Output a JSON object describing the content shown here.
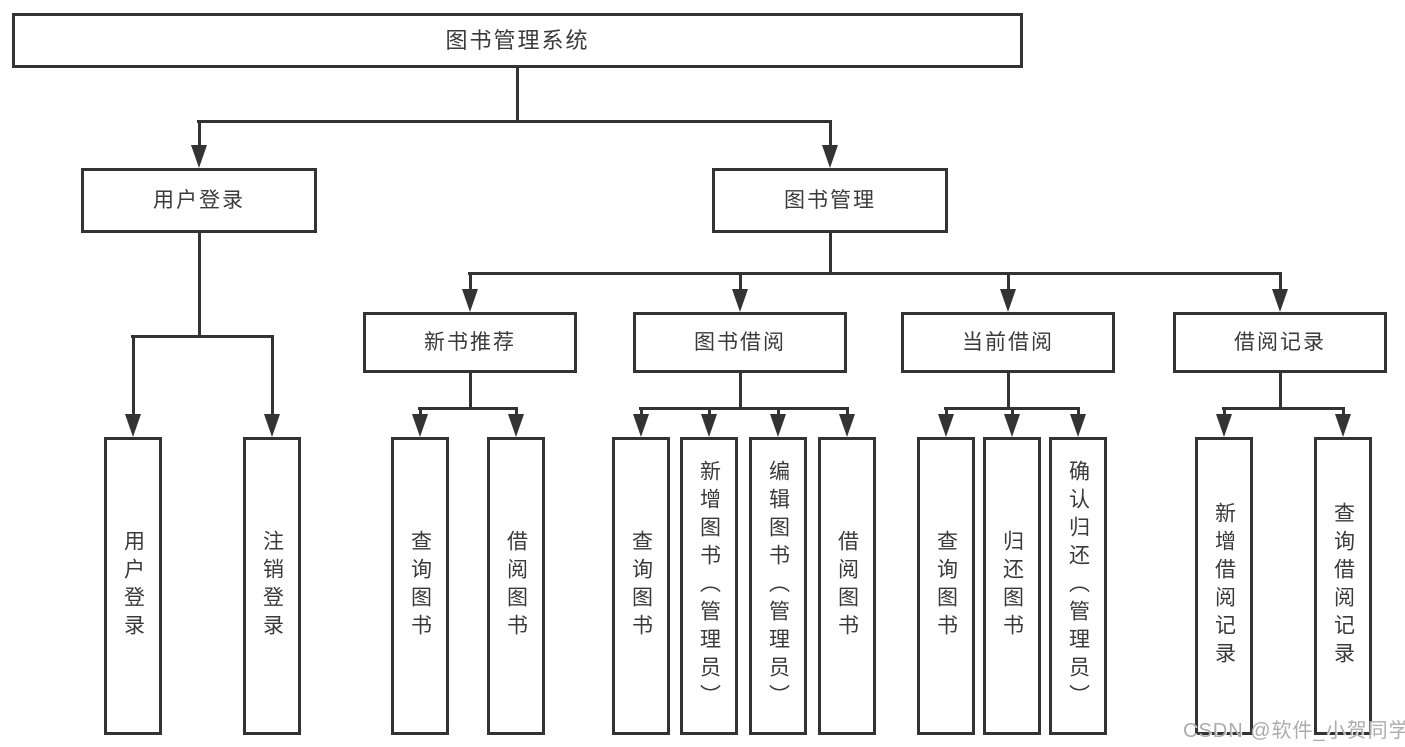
{
  "colors": {
    "line": "#333333",
    "text": "#3a3a3a",
    "background": "#ffffff",
    "watermark": "#a8a8a8"
  },
  "diagram": {
    "root": {
      "label": "图书管理系统"
    },
    "level2": [
      {
        "label": "用户登录"
      },
      {
        "label": "图书管理"
      }
    ],
    "level3": [
      {
        "label": "新书推荐"
      },
      {
        "label": "图书借阅"
      },
      {
        "label": "当前借阅"
      },
      {
        "label": "借阅记录"
      }
    ],
    "leaves": {
      "user_login": [
        {
          "label": "用户登录"
        },
        {
          "label": "注销登录"
        }
      ],
      "new_book": [
        {
          "label": "查询图书"
        },
        {
          "label": "借阅图书"
        }
      ],
      "book_borrow": [
        {
          "label": "查询图书"
        },
        {
          "label": "新增图书（管理员）"
        },
        {
          "label": "编辑图书（管理员）"
        },
        {
          "label": "借阅图书"
        }
      ],
      "current_borrow": [
        {
          "label": "查询图书"
        },
        {
          "label": "归还图书"
        },
        {
          "label": "确认归还（管理员）"
        }
      ],
      "borrow_records": [
        {
          "label": "新增借阅记录"
        },
        {
          "label": "查询借阅记录"
        }
      ]
    }
  },
  "watermark": {
    "text": "CSDN @软件_小贺同学"
  }
}
